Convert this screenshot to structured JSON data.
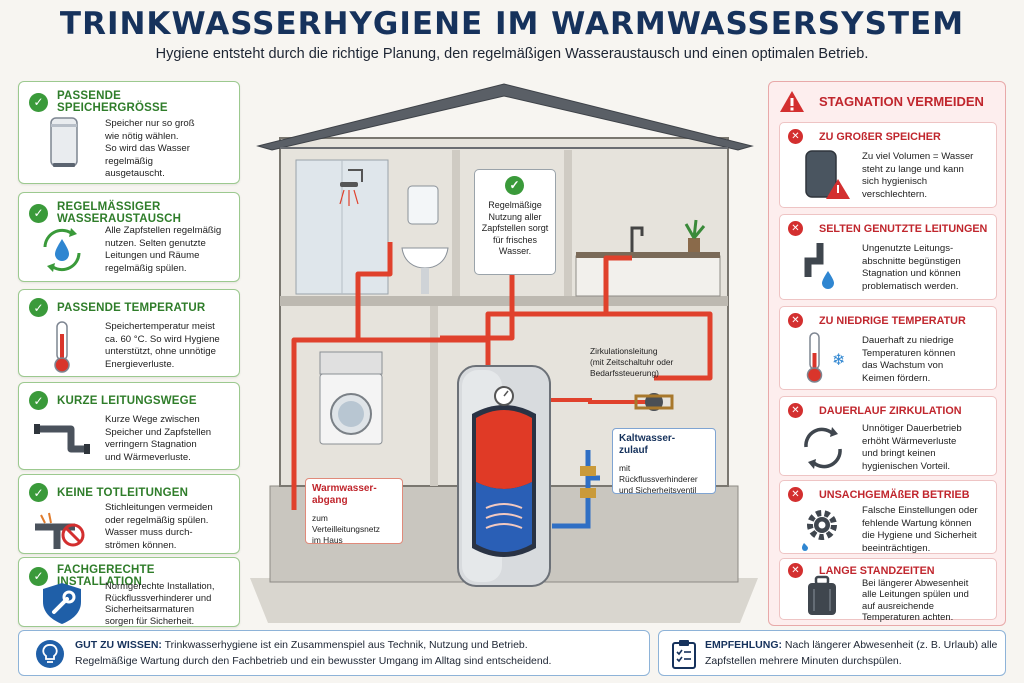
{
  "title": "TRINKWASSERHYGIENE IM WARMWASSERSYSTEM",
  "subtitle": "Hygiene entsteht durch die richtige Planung, den regelmäßigen Wasseraustausch und einen optimalen Betrieb.",
  "left_cards": [
    {
      "title": "PASSENDE SPEICHERGRÖSSE",
      "lines": [
        "Speicher nur so groß",
        "wie nötig wählen.",
        "So wird das Wasser",
        "regelmäßig",
        "ausgetauscht."
      ],
      "icon": "water-heater-icon"
    },
    {
      "title": "REGELMÄSSIGER WASSERAUSTAUSCH",
      "lines": [
        "Alle Zapfstellen regelmäßig",
        "nutzen. Selten genutzte",
        "Leitungen und Räume",
        "regelmäßig spülen."
      ],
      "icon": "water-cycle-icon"
    },
    {
      "title": "PASSENDE TEMPERATUR",
      "lines": [
        "Speichertemperatur meist",
        "ca. 60 °C. So wird Hygiene",
        "unterstützt, ohne unnötige",
        "Energieverluste."
      ],
      "icon": "thermometer-icon"
    },
    {
      "title": "KURZE LEITUNGSWEGE",
      "lines": [
        "Kurze Wege zwischen",
        "Speicher und Zapfstellen",
        "verringern Stagnation",
        "und Wärmeverluste."
      ],
      "icon": "pipe-icon"
    },
    {
      "title": "KEINE TOTLEITUNGEN",
      "lines": [
        "Stichleitungen vermeiden",
        "oder regelmäßig spülen.",
        "Wasser muss durch-",
        "strömen können."
      ],
      "icon": "dead-pipe-icon"
    },
    {
      "title": "FACHGERECHTE INSTALLATION",
      "lines": [
        "Normgerechte Installation,",
        "Rückflussverhinderer und",
        "Sicherheitsarmaturen",
        "sorgen für Sicherheit."
      ],
      "icon": "shield-wrench-icon"
    }
  ],
  "right_panel": {
    "title": "STAGNATION VERMEIDEN",
    "cards": [
      {
        "title": "ZU GROßER SPEICHER",
        "lines": [
          "Zu viel Volumen = Wasser",
          "steht zu lange und kann",
          "sich hygienisch",
          "verschlechtern."
        ],
        "icon": "tank-warning-icon"
      },
      {
        "title": "SELTEN GENUTZTE LEITUNGEN",
        "lines": [
          "Ungenutzte Leitungs-",
          "abschnitte begünstigen",
          "Stagnation und können",
          "problematisch werden."
        ],
        "icon": "drip-pipe-icon"
      },
      {
        "title": "ZU NIEDRIGE TEMPERATUR",
        "lines": [
          "Dauerhaft zu niedrige",
          "Temperaturen können",
          "das Wachstum von",
          "Keimen fördern."
        ],
        "icon": "cold-thermometer-icon"
      },
      {
        "title": "DAUERLAUF ZIRKULATION",
        "lines": [
          "Unnötiger Dauerbetrieb",
          "erhöht Wärmeverluste",
          "und bringt keinen",
          "hygienischen Vorteil."
        ],
        "icon": "circulation-icon"
      },
      {
        "title": "UNSACHGEMÄßER BETRIEB",
        "lines": [
          "Falsche Einstellungen oder",
          "fehlende Wartung können",
          "die Hygiene und Sicherheit",
          "beeinträchtigen."
        ],
        "icon": "gear-icon"
      },
      {
        "title": "LANGE STANDZEITEN",
        "lines": [
          "Bei längerer Abwesenheit",
          "alle Leitungen spülen und",
          "auf ausreichende",
          "Temperaturen achten."
        ],
        "icon": "suitcase-icon"
      }
    ]
  },
  "callouts": {
    "check_note": [
      "Regelmäßige",
      "Nutzung aller",
      "Zapfstellen sorgt",
      "für frisches",
      "Wasser."
    ],
    "circulation": [
      "Zirkulationsleitung",
      "(mit Zeitschaltuhr oder",
      "Bedarfssteuerung)"
    ],
    "cold_title": [
      "Kaltwasser-",
      "zulauf"
    ],
    "cold_sub": [
      "mit Rückflussverhinderer",
      "und Sicherheitsventil"
    ],
    "warm_title": [
      "Warmwasser-",
      "abgang"
    ],
    "warm_sub": [
      "zum Verteilleitungsnetz",
      "im Haus"
    ]
  },
  "bottom_left": {
    "label": "GUT ZU WISSEN:",
    "line1": "Trinkwasserhygiene ist ein Zusammenspiel aus Technik, Nutzung und Betrieb.",
    "line2": "Regelmäßige Wartung durch den Fachbetrieb und ein bewusster Umgang im Alltag sind entscheidend."
  },
  "bottom_right": {
    "label": "EMPFEHLUNG:",
    "line1": "Nach längerer Abwesenheit (z. B. Urlaub) alle",
    "line2": "Zapfstellen mehrere Minuten durchspülen."
  },
  "colors": {
    "green": "#3a9a3a",
    "red": "#d32f2f",
    "navy": "#16325c",
    "hot_pipe": "#e0412c",
    "cold_pipe": "#2f6fc4"
  }
}
